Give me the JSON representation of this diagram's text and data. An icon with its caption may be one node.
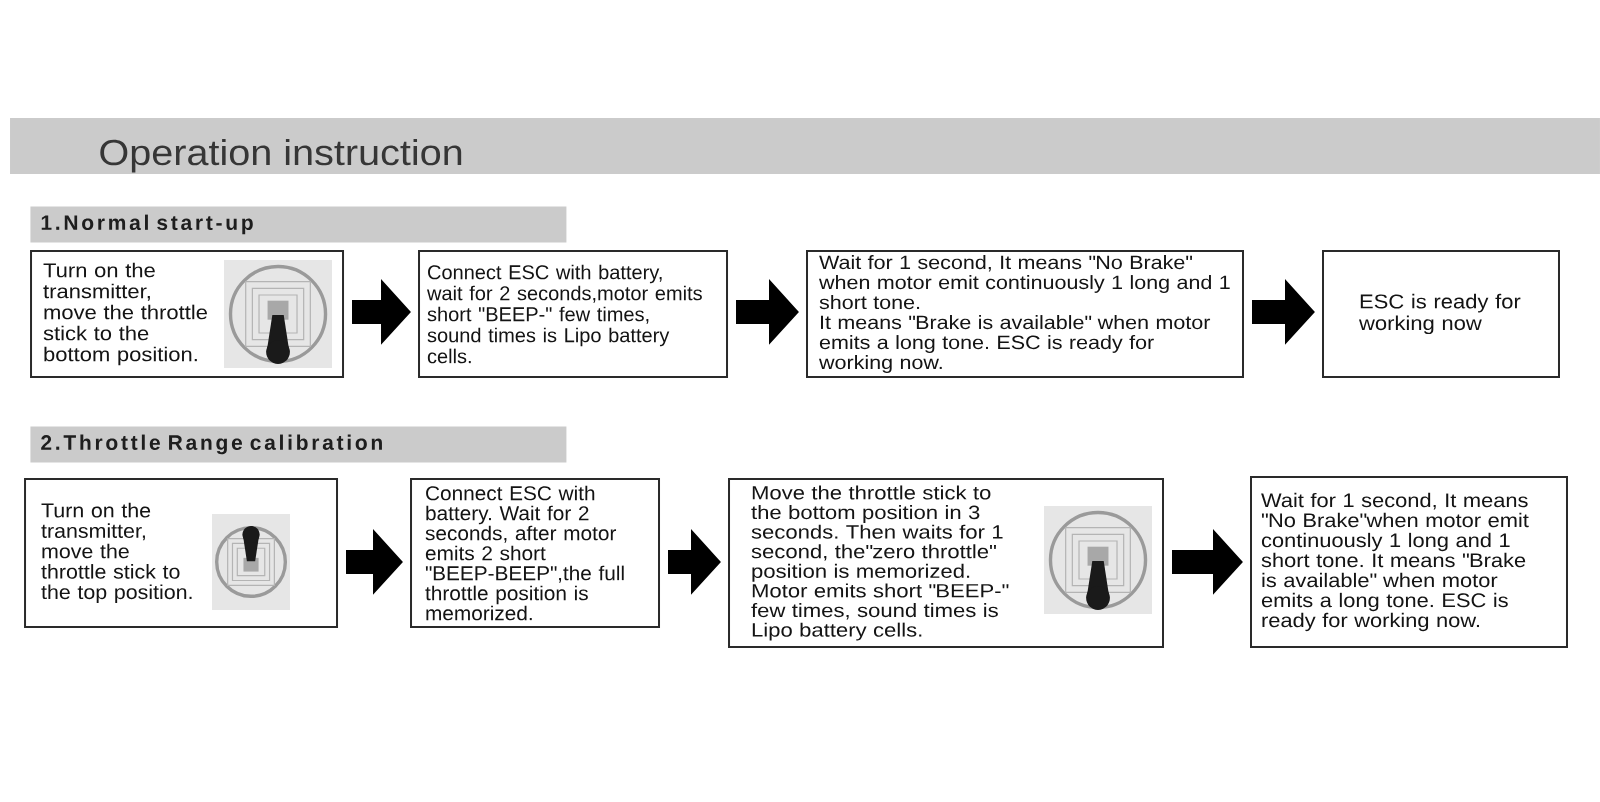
{
  "diagram": {
    "title": "Operation instruction",
    "nodes": [
      {
        "text": [
          "1.Normal start-up"
        ]
      },
      {
        "text": [
          "Turn on the transmitter, move the throttle stick to the bottom position."
        ]
      },
      {
        "text": [
          "Connect ESC with battery, wait for 2 seconds,motor emits short \"BEEP-\" few times, sound times is Lipo battery cells."
        ]
      },
      {
        "text": [
          "Wait for 1 second, It means \"No Brake\" when motor emit continuously 1 long and 1 short tone.",
          "It means \"Brake is available\" when motor emits a long tone. ESC is ready for working now."
        ]
      },
      {
        "text": [
          "ESC is ready for working now"
        ]
      },
      {
        "text": [
          "2.Throttle Range calibration"
        ]
      },
      {
        "text": [
          "Turn on the transmitter, move the throttle stick to the top position."
        ]
      },
      {
        "text": [
          "Connect ESC with battery. Wait for 2 seconds, after motor emits 2 short \"BEEP-BEEP\",the full throttle position is memorized."
        ]
      },
      {
        "text": [
          "Move the throttle stick to the bottom position in 3 seconds. Then waits for 1 second, the\"zero throttle\" position is memorized. Motor emits short \"BEEP-\" few times, sound times is Lipo battery cells."
        ]
      },
      {
        "text": [
          "Wait for 1 second, It means \"No Brake\"when motor emit continuously 1 long and 1 short tone. It means \"Brake is available\" when motor emits a long tone. ESC is ready for working now."
        ]
      }
    ],
    "edges": [
      {
        "from": 1,
        "to": 2,
        "arrow": "to"
      },
      {
        "from": 2,
        "to": 3,
        "arrow": "to"
      },
      {
        "from": 3,
        "to": 4,
        "arrow": "to"
      },
      {
        "from": 6,
        "to": 7,
        "arrow": "to"
      },
      {
        "from": 7,
        "to": 8,
        "arrow": "to"
      },
      {
        "from": 8,
        "to": 9,
        "arrow": "to"
      }
    ]
  }
}
